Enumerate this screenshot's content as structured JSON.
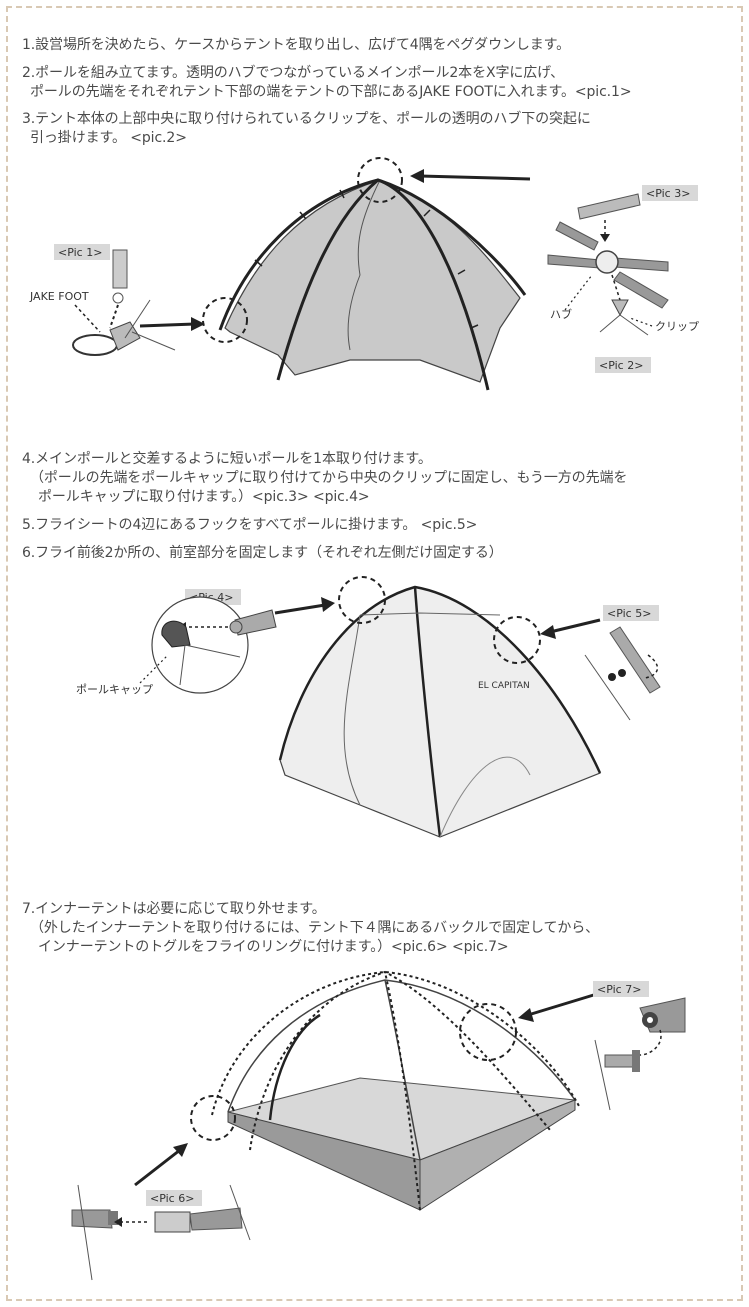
{
  "steps": {
    "s1": "1.設営場所を決めたら、ケースからテントを取り出し、広げて4隅をペグダウンします。",
    "s2a": "2.ポールを組み立てます。透明のハブでつながっているメインポール2本をX字に広げ、",
    "s2b": "ポールの先端をそれぞれテント下部の端をテントの下部にあるJAKE FOOTに入れます。<pic.1>",
    "s3a": "3.テント本体の上部中央に取り付けられているクリップを、ポールの透明のハブ下の突起に",
    "s3b": "引っ掛けます。 <pic.2>",
    "s4a": "4.メインポールと交差するように短いポールを1本取り付けます。",
    "s4b": "（ポールの先端をポールキャップに取り付けてから中央のクリップに固定し、もう一方の先端を",
    "s4c": "ポールキャップに取り付けます。）<pic.3> <pic.4>",
    "s5": "5.フライシートの4辺にあるフックをすべてポールに掛けます。 <pic.5>",
    "s6": "6.フライ前後2か所の、前室部分を固定します（それぞれ左側だけ固定する）",
    "s7a": "7.インナーテントは必要に応じて取り外せます。",
    "s7b": "（外したインナーテントを取り付けるには、テント下４隅にあるバックルで固定してから、",
    "s7c": "インナーテントのトグルをフライのリングに付けます。）<pic.6> <pic.7>"
  },
  "labels": {
    "pic1": "<Pic 1>",
    "pic2": "<Pic 2>",
    "pic3": "<Pic 3>",
    "pic4": "<Pic 4>",
    "pic5": "<Pic 5>",
    "pic6": "<Pic 6>",
    "pic7": "<Pic 7>",
    "jake_foot": "JAKE FOOT",
    "hub": "ハブ",
    "clip": "クリップ",
    "pole_cap": "ポールキャップ",
    "logo": "EL CAPITAN"
  },
  "colors": {
    "frame": "#d9c9b4",
    "tent_fill": "#c9c9c9",
    "fly_fill": "#eeeeee",
    "tag_bg": "#d8d8d8",
    "floor": "#9a9a9a"
  }
}
